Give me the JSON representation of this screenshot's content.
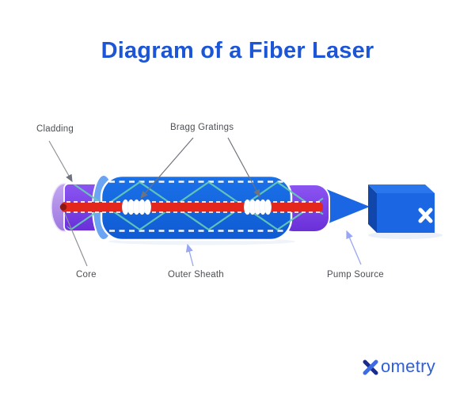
{
  "title": "Diagram of a Fiber Laser",
  "labels": {
    "cladding": "Cladding",
    "bragg_gratings": "Bragg Gratings",
    "core": "Core",
    "outer_sheath": "Outer Sheath",
    "pump_source": "Pump Source"
  },
  "logo": {
    "brand_mark": "X",
    "text": "ometry"
  },
  "pump_box": {
    "logo_mark": "x"
  },
  "colors": {
    "title_blue": "#1c56d6",
    "label_text": "#4c4f54",
    "sheath_blue": "#1467e2",
    "sheath_cap_light_blue": "#6aa4f2",
    "cladding_purple": "#7a3bef",
    "cladding_cap_lavender": "#b290ea",
    "core_red": "#e3271c",
    "core_end_dot": "#8c1812",
    "grating_teal": "#66cbb6",
    "dash_white": "#ffffff",
    "pump_front": "#1b66e2",
    "pump_top": "#2a76ec",
    "pump_side": "#1147ab",
    "pointer_gray": "#8f9298",
    "pointer_periwinkle": "#98a6f3",
    "logo_dark_blue": "#1a2b8f",
    "logo_light_blue": "#3e6be2",
    "logo_text_blue": "#2d5fd9"
  }
}
